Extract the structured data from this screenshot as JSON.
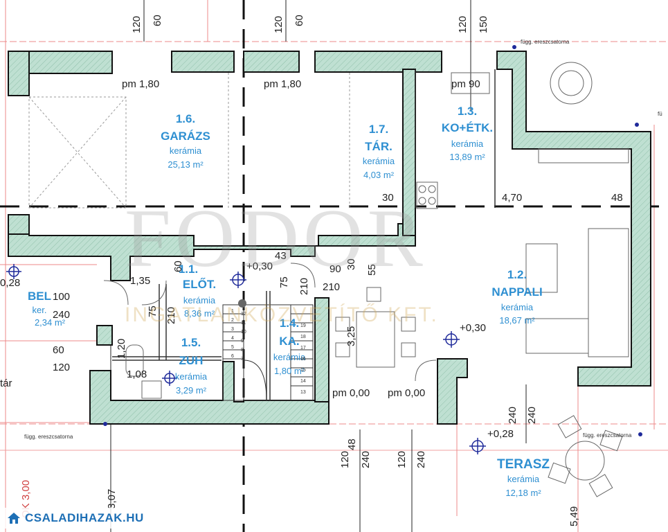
{
  "watermark": {
    "brand": "FODOR",
    "sub": "INGATLANKÖZVETÍTŐ KFT."
  },
  "site_badge": {
    "label": "CSALADIHAZAK.HU"
  },
  "rooms": [
    {
      "id": "garazs",
      "num": "1.6.",
      "name": "GARÁZS",
      "floor": "kerámia",
      "area": "25,13 m²"
    },
    {
      "id": "tar",
      "num": "1.7.",
      "name": "TÁR.",
      "floor": "kerámia",
      "area": "4,03 m²"
    },
    {
      "id": "ko-etk",
      "num": "1.3.",
      "name": "KO+ÉTK.",
      "floor": "kerámia",
      "area": "13,89 m²"
    },
    {
      "id": "elot",
      "num": "1.1.",
      "name": "ELŐT.",
      "floor": "kerámia",
      "area": "8,36 m²"
    },
    {
      "id": "nappali",
      "num": "1.2.",
      "name": "NAPPALI",
      "floor": "kerámia",
      "area": "18,67 m²"
    },
    {
      "id": "zuh",
      "num": "1.5.",
      "name": "ZUH",
      "floor": "kerámia",
      "area": "3,29 m²"
    },
    {
      "id": "ka",
      "num": "1.4.",
      "name": "KA.",
      "floor": "kerámia",
      "area": "1,80 m²"
    },
    {
      "id": "bel",
      "num": "",
      "name": "BEL",
      "floor": "ker.",
      "area": "2,34 m²"
    },
    {
      "id": "terasz",
      "num": "",
      "name": "TERASZ",
      "floor": "kerámia",
      "area": "12,18 m²"
    }
  ],
  "dimensions": {
    "top_1": "120",
    "top_2": "60",
    "top_3": "120",
    "top_4": "60",
    "top_5": "120",
    "top_6": "150",
    "pm_1": "pm 1,80",
    "pm_2": "pm 1,80",
    "pm_90": "pm 90",
    "d_30": "30",
    "d_470": "4,70",
    "d_48": "48",
    "d_60a": "60",
    "d_043": "+0,30",
    "d_43": "43",
    "d_90": "90",
    "d_30b": "30",
    "d_55": "55",
    "d_135": "1,35",
    "d_75a": "75",
    "d_210a": "210",
    "d_75b": "75",
    "d_210b": "210",
    "d_210c": "210",
    "d_028a": "0,28",
    "d_100": "100",
    "d_240": "240",
    "d_60b": "60",
    "d_120b": "120",
    "d_120c": "1,20",
    "d_108": "1,08",
    "d_325": "3,25",
    "d_030b": "+0,30",
    "pm_000a": "pm 0,00",
    "pm_000b": "pm 0,00",
    "d_240b": "240",
    "d_240c": "240",
    "d_028b": "+0,28",
    "d_120d": "120",
    "d_48b": "48",
    "d_240d": "240",
    "d_120e": "120",
    "d_240e": "240",
    "d_307": "3,07",
    "d_549": "5,49",
    "ok": "OK 3,00",
    "tar_left": "tár"
  },
  "gutter_labels": {
    "g1": "függ. ereszcsatorna",
    "g2": "függ. ereszcsatorna",
    "g3": "függ. ereszcsatorna",
    "g4": "fü"
  },
  "stair_numbers": [
    "1",
    "2",
    "3",
    "4",
    "5",
    "6",
    "7",
    "8",
    "9",
    "10",
    "11",
    "12",
    "13",
    "14",
    "15",
    "16",
    "17",
    "18",
    "19"
  ],
  "colors": {
    "wall_fill": "#b9dccd",
    "wall_stroke": "#111111",
    "label_blue": "#2e8fd1",
    "dim_text": "#222222",
    "red_line": "#e05a5a",
    "marker_blue": "#1f2a9a"
  }
}
